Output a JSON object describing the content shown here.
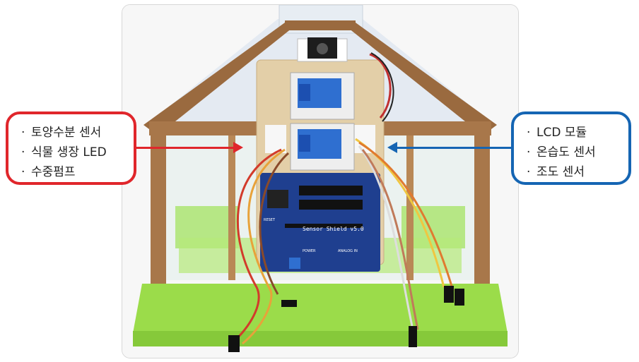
{
  "left_callout": {
    "items": [
      "토양수분 센서",
      "식물 생장 LED",
      "수중펌프"
    ],
    "bullet": "·",
    "color": "#e0262b"
  },
  "right_callout": {
    "items": [
      "LCD 모듈",
      "온습도 센서",
      "조도 센서"
    ],
    "bullet": "·",
    "color": "#1565b3"
  },
  "board": {
    "shield_label": "Sensor Shield v5.0",
    "reset_label": "RESET",
    "power_label": "POWER",
    "analog_label": "ANALOG IN"
  },
  "colors": {
    "roof": "#9a6a3f",
    "frame": "#a8774a",
    "base": "#9bdc4a",
    "pcb": "#1f3f8f",
    "relay": "#2f6fd0",
    "plywood": "#e3cfa8"
  }
}
